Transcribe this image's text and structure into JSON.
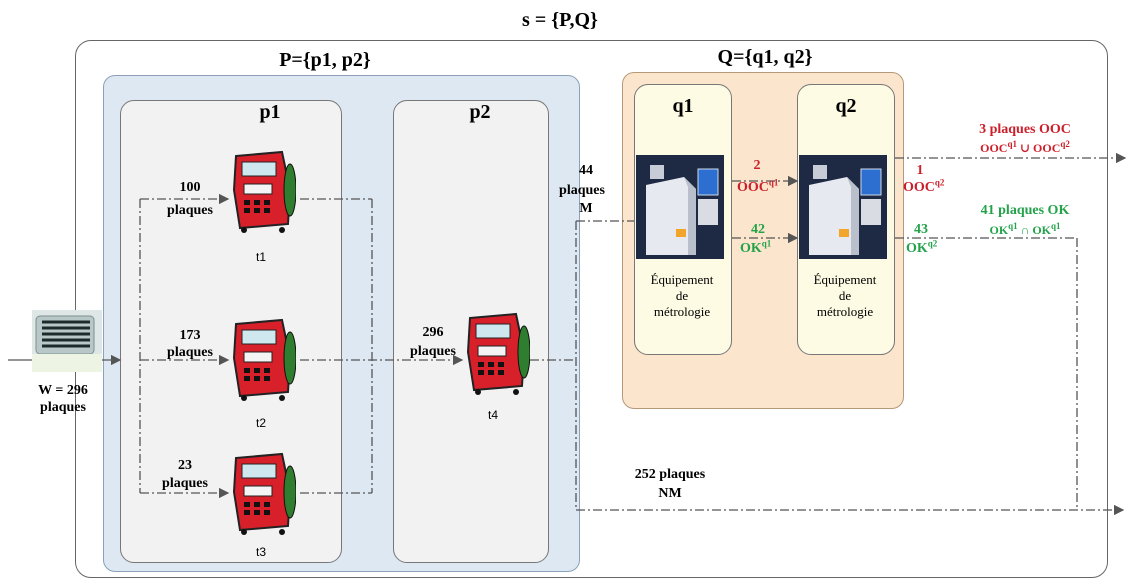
{
  "titles": {
    "s": "s = {P,Q}",
    "P": "P={p1, p2}",
    "Q": "Q={q1, q2}",
    "p1": "p1",
    "p2": "p2",
    "q1": "q1",
    "q2": "q2"
  },
  "input": {
    "line1": "W = 296",
    "line2": "plaques"
  },
  "tools": {
    "t1": "t1",
    "t2": "t2",
    "t3": "t3",
    "t4": "t4"
  },
  "flows": {
    "t1_count": "100",
    "t1_unit": "plaques",
    "t2_count": "173",
    "t2_unit": "plaques",
    "t3_count": "23",
    "t3_unit": "plaques",
    "t4_count": "296",
    "t4_unit": "plaques",
    "m_count": "44",
    "m_unit": "plaques",
    "m_tag": "M",
    "nm_line1": "252 plaques",
    "nm_line2": "NM"
  },
  "equipment": {
    "q1_line1": "Équipement",
    "q1_line2": "de",
    "q1_line3": "métrologie",
    "q2_line1": "Équipement",
    "q2_line2": "de",
    "q2_line3": "métrologie"
  },
  "q1_out": {
    "ooc_count": "2",
    "ooc_label": "OOC",
    "ooc_sup": "q1",
    "ok_count": "42",
    "ok_label": "OK",
    "ok_sup": "q1"
  },
  "q2_out": {
    "ooc_count": "1",
    "ooc_label": "OOC",
    "ooc_sup": "q2",
    "ok_count": "43",
    "ok_label": "OK",
    "ok_sup": "q2"
  },
  "results": {
    "ooc_title": "3 plaques OOC",
    "ooc_a": "OOC",
    "ooc_a_sup": "q1",
    "ooc_op": " ∪ ",
    "ooc_b": "OOC",
    "ooc_b_sup": "q2",
    "ok_title": "41 plaques OK",
    "ok_a": "OK",
    "ok_a_sup": "q1",
    "ok_op": " ∩ ",
    "ok_b": "OK",
    "ok_b_sup": "q1"
  },
  "colors": {
    "ooc": "#cc1f2a",
    "ok": "#22a34a",
    "p_fill": "#dde8f2",
    "q_fill": "#fbe5cd",
    "inner_fill": "#f2f2f2",
    "equip_fill": "#fdfbe3"
  }
}
